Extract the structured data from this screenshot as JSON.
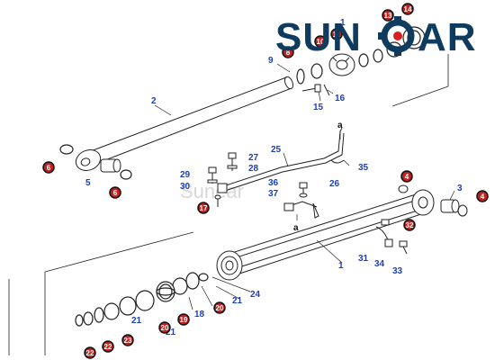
{
  "logo": {
    "text_left": "SUN",
    "text_right": "AR",
    "color": "#0f3b5f",
    "accent": "#d62020"
  },
  "watermark": "Sunear",
  "colors": {
    "part_number": "#1d3fb8",
    "seal_badge_fill": "#c21f1f",
    "line": "#222222"
  },
  "labels": {
    "p1a": "1",
    "p1b": "1",
    "p2": "2",
    "p3": "3",
    "p5": "5",
    "p9": "9",
    "p15": "15",
    "p16": "16",
    "p18": "18",
    "p21a": "21",
    "p21b": "21",
    "p21c": "21",
    "p24": "24",
    "p25": "25",
    "p26": "26",
    "p27": "27",
    "p28": "28",
    "p29": "29",
    "p30": "30",
    "p31": "31",
    "p33": "33",
    "p34": "34",
    "p35": "35",
    "p36": "36",
    "p37": "37",
    "ref_a1": "a",
    "ref_a2": "a"
  },
  "badges": {
    "b4a": "4",
    "b4b": "4",
    "b6a": "6",
    "b6b": "6",
    "b8": "8",
    "b10": "10",
    "b11": "11",
    "b13": "13",
    "b14": "14",
    "b17": "17",
    "b19": "19",
    "b20a": "20",
    "b20b": "20",
    "b22a": "22",
    "b22b": "22",
    "b23": "23",
    "b32": "32"
  }
}
